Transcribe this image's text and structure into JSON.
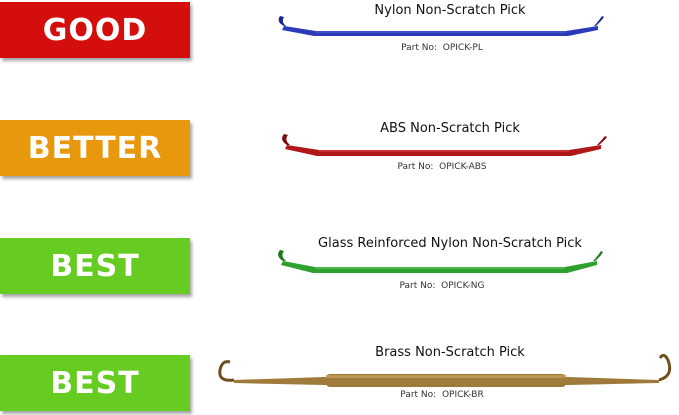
{
  "part_no_label": "Part No:",
  "products": [
    {
      "badge": "GOOD",
      "badge_color": "#d40d0d",
      "title": "Nylon Non-Scratch Pick",
      "part_no": "OPICK-PL",
      "pick_color": "#2a3ab8",
      "pick_dark": "#1a2590"
    },
    {
      "badge": "BETTER",
      "badge_color": "#e8980c",
      "title": "ABS Non-Scratch Pick",
      "part_no": "OPICK-ABS",
      "pick_color": "#b01818",
      "pick_dark": "#7d0d0d"
    },
    {
      "badge": "BEST",
      "badge_color": "#66cc22",
      "title": "Glass Reinforced Nylon Non-Scratch Pick",
      "part_no": "OPICK-NG",
      "pick_color": "#2ea02e",
      "pick_dark": "#1d7a1d"
    },
    {
      "badge": "BEST",
      "badge_color": "#66cc22",
      "title": "Brass Non-Scratch Pick",
      "part_no": "OPICK-BR",
      "pick_color": "#a07a3a",
      "pick_dark": "#6e4f1e"
    }
  ]
}
